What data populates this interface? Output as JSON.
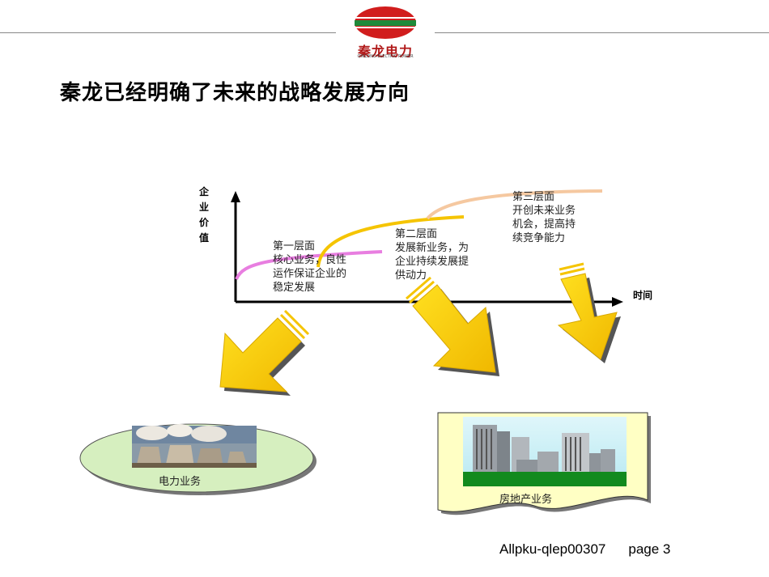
{
  "logo": {
    "name": "秦龙电力",
    "sub": "QINLONG ELECTRIC POWER"
  },
  "title": "秦龙已经明确了未来的战略发展方向",
  "axes": {
    "y_label": "企业价值",
    "x_label": "时间"
  },
  "layers": [
    {
      "text": "第一层面\n核心业务，良性\n运作保证企业的\n稳定发展",
      "color": "#e87ee0"
    },
    {
      "text": "第二层面\n发展新业务，为\n企业持续发展提\n供动力",
      "color": "#f5c400"
    },
    {
      "text": "第三层面\n开创未来业务\n机会，提高持\n续竞争能力",
      "color": "#f5c8a0"
    }
  ],
  "businesses": [
    {
      "caption": "电力业务"
    },
    {
      "caption": "房地产业务"
    }
  ],
  "footer": {
    "code": "Allpku-qlep00307",
    "page": "page 3"
  }
}
